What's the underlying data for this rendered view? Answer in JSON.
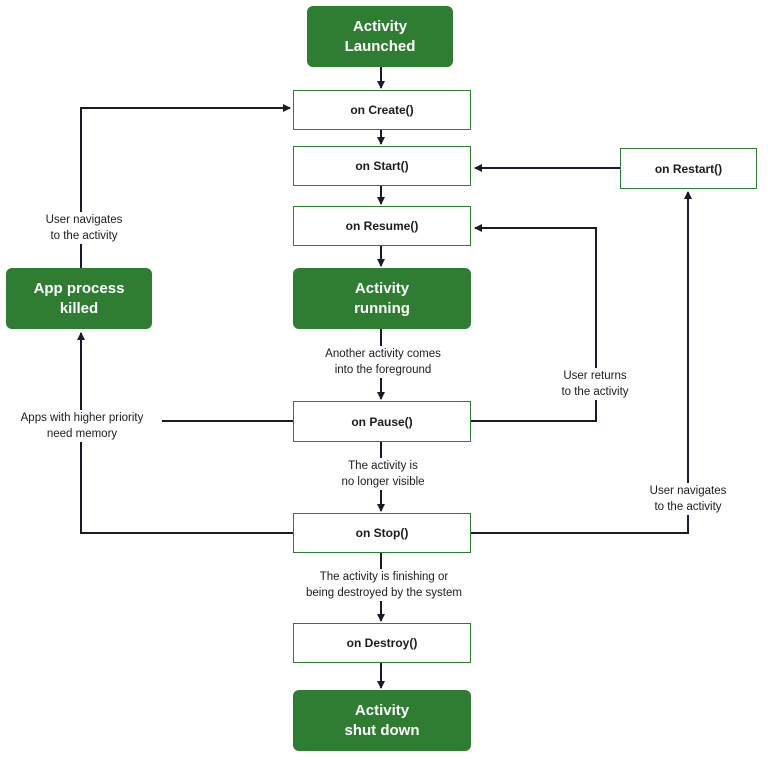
{
  "colors": {
    "state_fill": "#2e7d32",
    "state_text": "#ffffff",
    "box_border": "#2e7d32",
    "line": "#1a1a2e"
  },
  "states": {
    "launched": "Activity\nLaunched",
    "running": "Activity\nrunning",
    "shutdown": "Activity\nshut down",
    "killed": "App process\nkilled"
  },
  "callbacks": {
    "create": "on Create()",
    "start": "on Start()",
    "resume": "on Resume()",
    "pause": "on Pause()",
    "stop": "on Stop()",
    "destroy": "on Destroy()",
    "restart": "on Restart()"
  },
  "labels": {
    "user_navigates_left": "User navigates\nto the activity",
    "another_activity": "Another activity comes\ninto the foreground",
    "user_returns": "User returns\nto the activity",
    "higher_priority": "Apps with higher priority\nneed memory",
    "no_longer_visible": "The activity is\nno longer visible",
    "user_navigates_right": "User navigates\nto the activity",
    "finishing": "The activity is finishing or\nbeing destroyed by the system"
  }
}
